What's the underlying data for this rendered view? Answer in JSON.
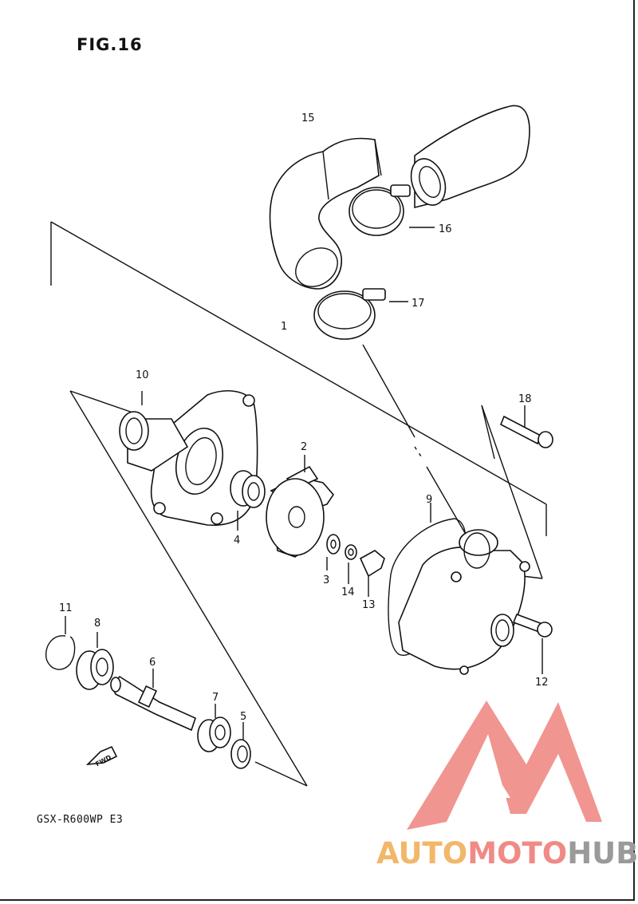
{
  "figure": {
    "title": "FIG.16",
    "model_code": "GSX-R600WP  E3"
  },
  "callouts": {
    "c1": "1",
    "c2": "2",
    "c3": "3",
    "c4": "4",
    "c5": "5",
    "c6": "6",
    "c7": "7",
    "c8": "8",
    "c9": "9",
    "c10": "10",
    "c11": "11",
    "c12": "12",
    "c13": "13",
    "c14": "14",
    "c15": "15",
    "c16": "16",
    "c17": "17",
    "c18": "18"
  },
  "direction_marker": {
    "label": "FWD"
  },
  "watermark": {
    "part1": "AUTO",
    "part2": "MOTO",
    "part3": "HUB",
    "colors": {
      "auto": "#f2b76a",
      "moto": "#f08a86",
      "hub": "#9a9a9a",
      "logo": "#f08a86"
    }
  }
}
